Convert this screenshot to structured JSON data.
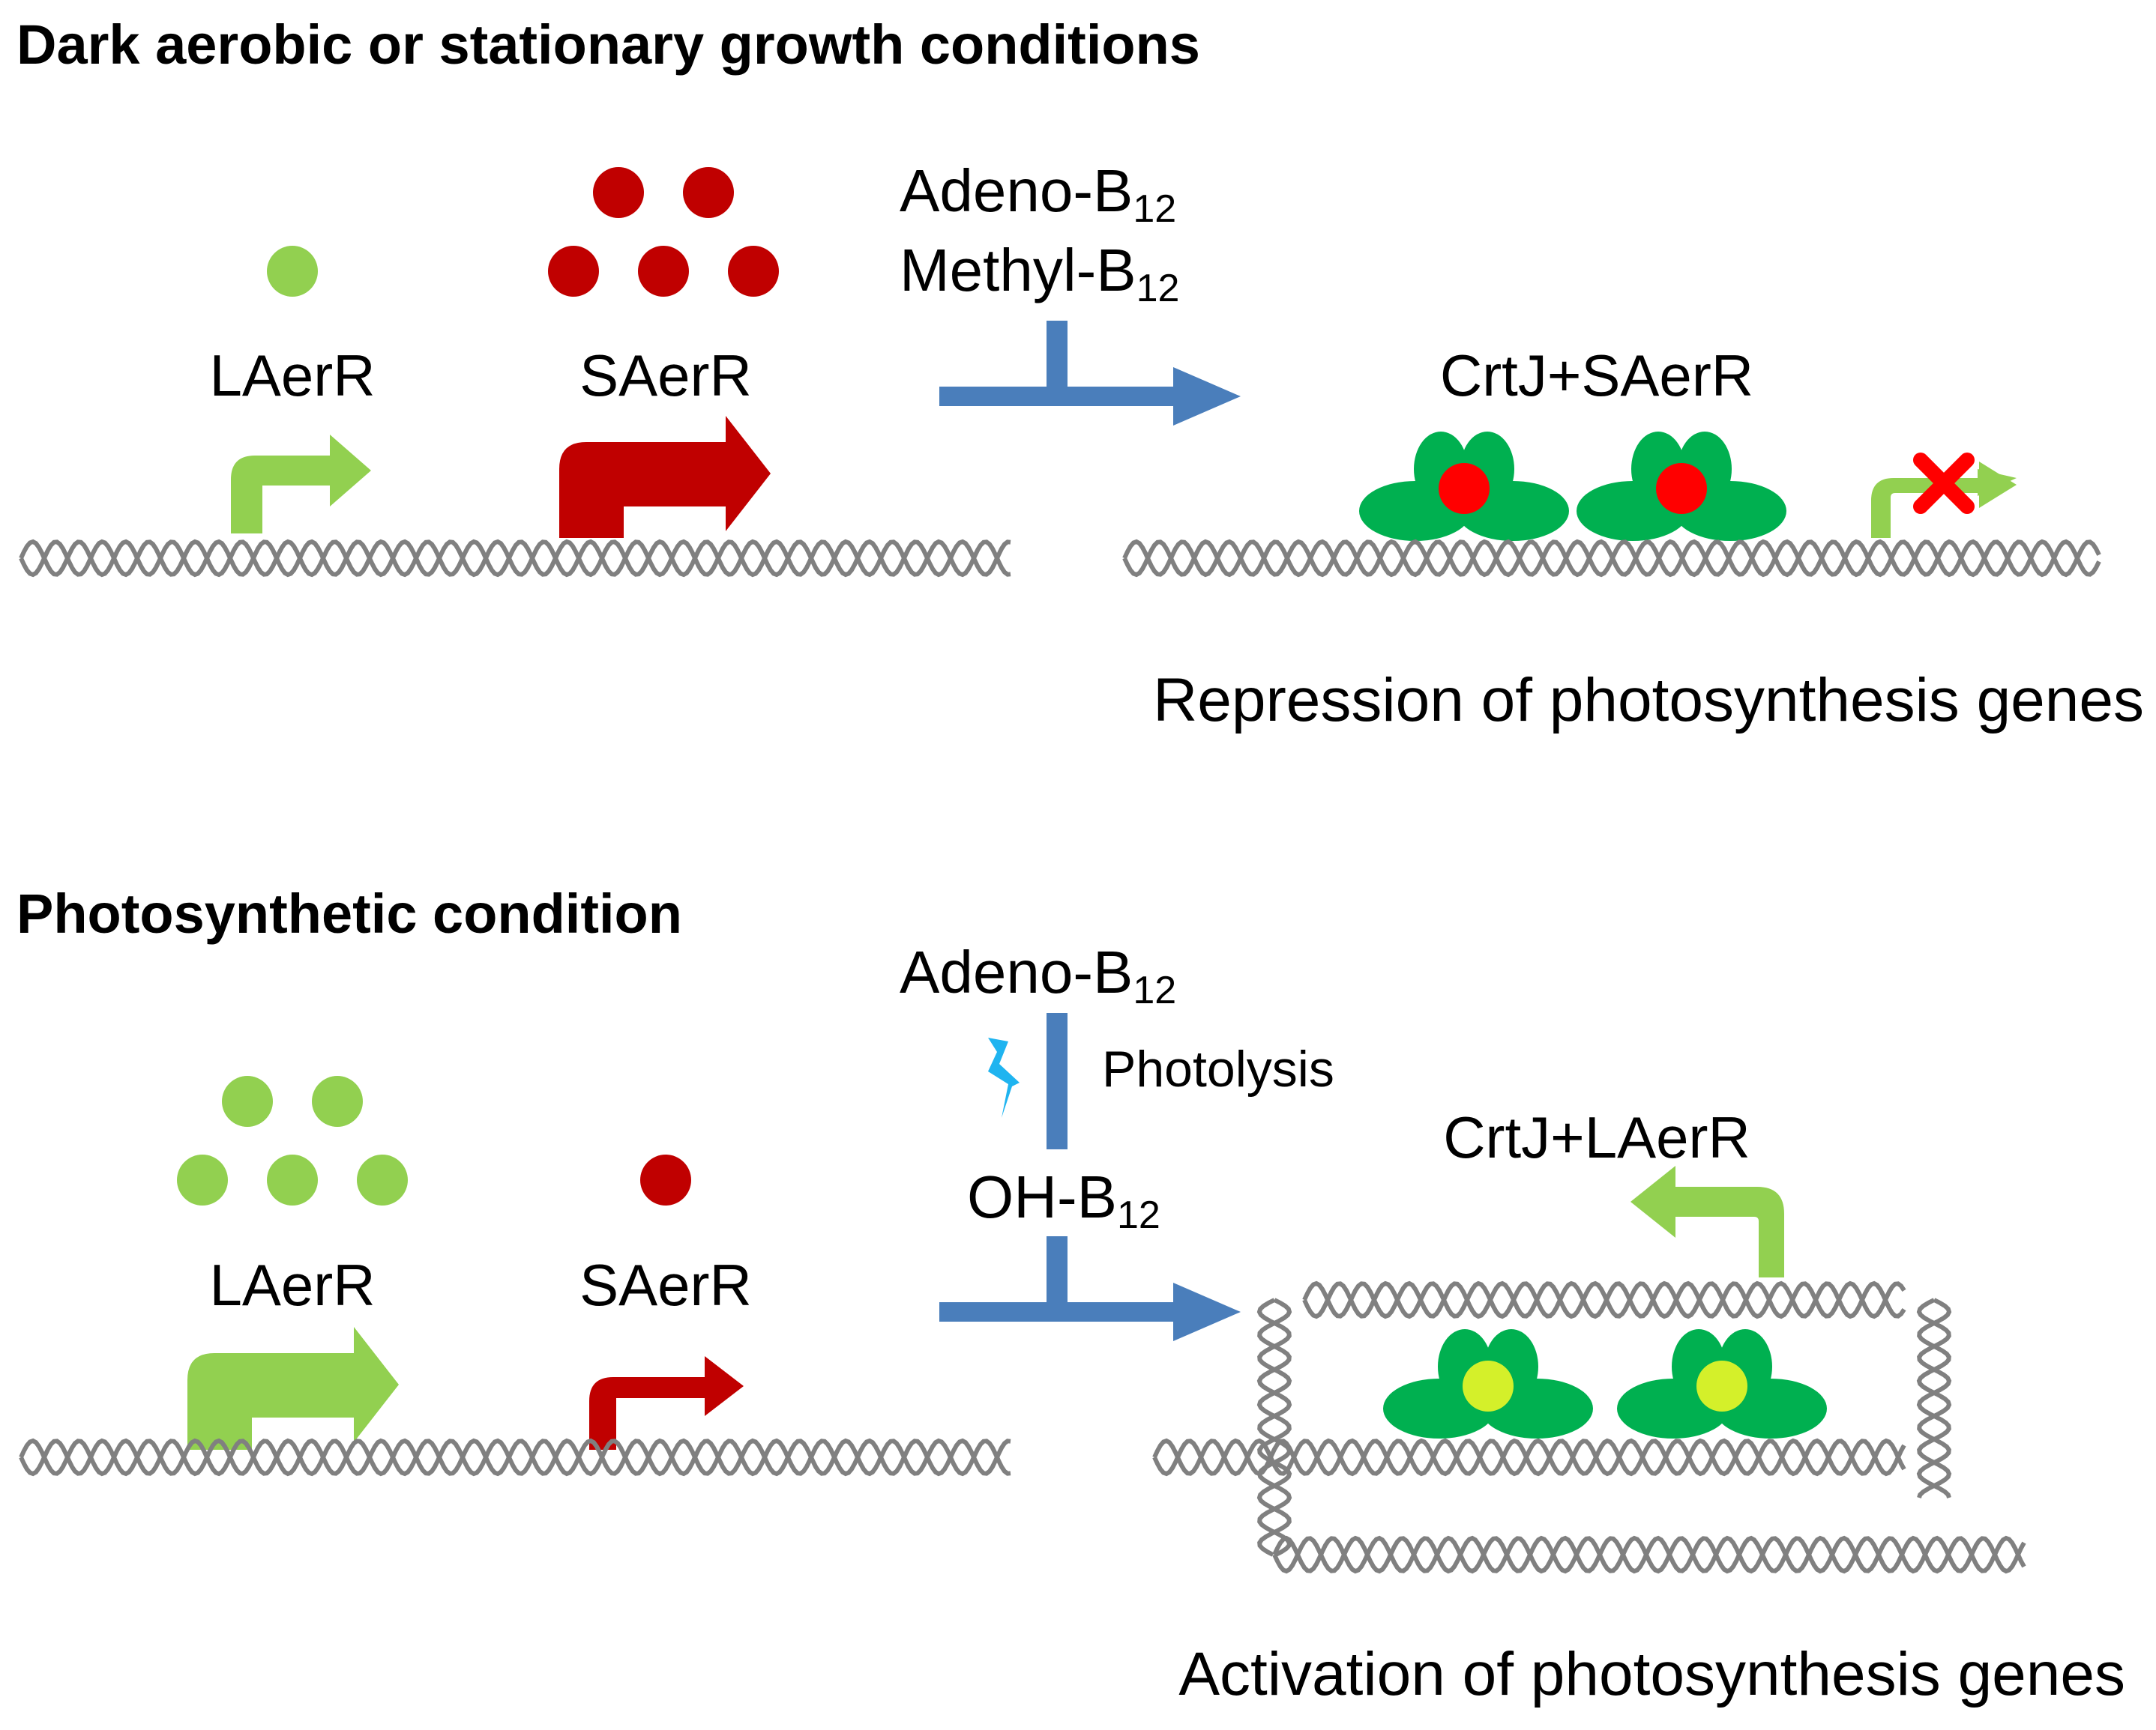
{
  "panels": {
    "top": {
      "title": "Dark aerobic or stationary growth conditions",
      "left_labels": {
        "laerr": "LAerR",
        "saerr": "SAerR"
      },
      "cofactors": [
        {
          "base": "Adeno-B",
          "sub": "12"
        },
        {
          "base": "Methyl-B",
          "sub": "12"
        }
      ],
      "complex_label": "CrtJ+SAerR",
      "outcome": "Repression of photosynthesis genes"
    },
    "bottom": {
      "title": "Photosynthetic condition",
      "left_labels": {
        "laerr": "LAerR",
        "saerr": "SAerR"
      },
      "cofactor_top": {
        "base": "Adeno-B",
        "sub": "12"
      },
      "process_label": "Photolysis",
      "cofactor_bottom": {
        "base": "OH-B",
        "sub": "12"
      },
      "complex_label": "CrtJ+LAerR",
      "outcome": "Activation of photosynthesis genes"
    }
  },
  "colors": {
    "laerr": "#92d050",
    "saerr": "#c00000",
    "crtj": "#00b050",
    "arrow": "#4a7ebb",
    "dna": "#808080",
    "repression_cross": "#ff0000",
    "bound_saerr": "#ff0000",
    "bound_laerr": "#d4f02a",
    "light": "#1fb4f0"
  },
  "icons": {
    "repression": "x-mark-icon",
    "light": "lightning-bolt-icon"
  }
}
